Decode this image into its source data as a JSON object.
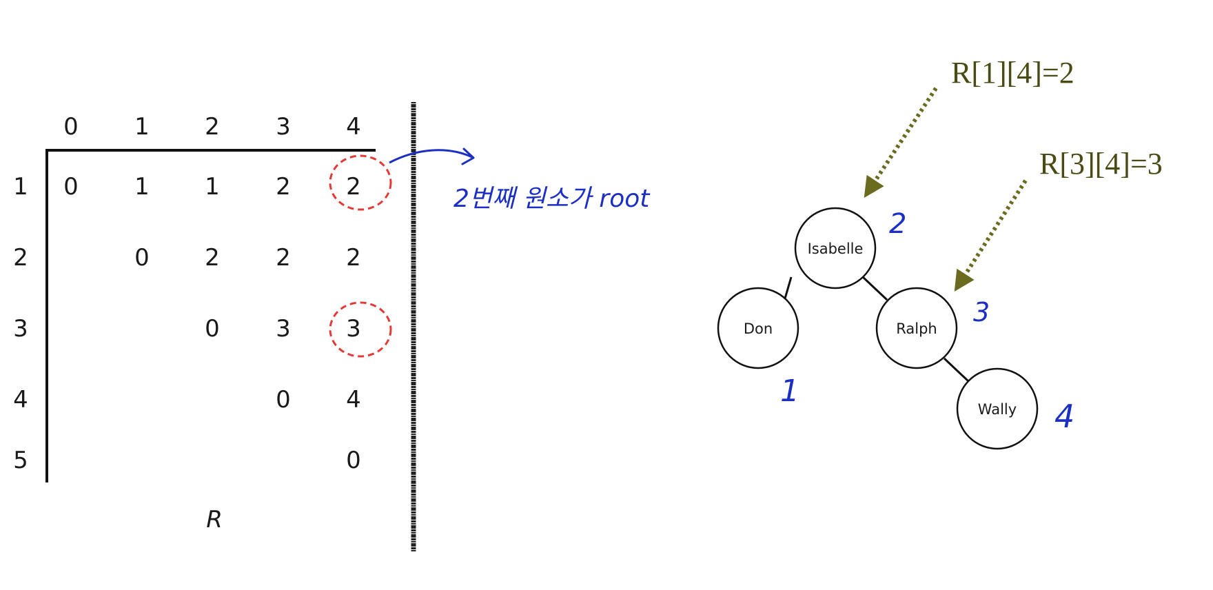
{
  "matrix": {
    "col_headers": [
      "0",
      "1",
      "2",
      "3",
      "4"
    ],
    "row_headers": [
      "1",
      "2",
      "3",
      "4",
      "5"
    ],
    "rows": [
      [
        "0",
        "1",
        "1",
        "2",
        "2"
      ],
      [
        "",
        "0",
        "2",
        "2",
        "2"
      ],
      [
        "",
        "",
        "0",
        "3",
        "3"
      ],
      [
        "",
        "",
        "",
        "0",
        "4"
      ],
      [
        "",
        "",
        "",
        "",
        "0"
      ]
    ],
    "name": "R",
    "highlighted": [
      {
        "row": 0,
        "col": 4
      },
      {
        "row": 2,
        "col": 4
      }
    ]
  },
  "annotation": {
    "text": "2번째 원소가 root"
  },
  "tree": {
    "nodes": [
      {
        "id": "isabelle",
        "label": "Isabelle",
        "index": "2"
      },
      {
        "id": "don",
        "label": "Don",
        "index": "1"
      },
      {
        "id": "ralph",
        "label": "Ralph",
        "index": "3"
      },
      {
        "id": "wally",
        "label": "Wally",
        "index": "4"
      }
    ],
    "edges": [
      {
        "from": "isabelle",
        "to": "don"
      },
      {
        "from": "isabelle",
        "to": "ralph"
      },
      {
        "from": "ralph",
        "to": "wally"
      }
    ]
  },
  "formulas": [
    {
      "text": "R[1][4]=2",
      "points_to": "isabelle"
    },
    {
      "text": "R[3][4]=3",
      "points_to": "ralph"
    }
  ],
  "colors": {
    "highlight_circle": "#e53935",
    "handwriting": "#1c2fc4",
    "formula_arrow": "#6b6b1f",
    "formula_text": "#4a4a14"
  }
}
